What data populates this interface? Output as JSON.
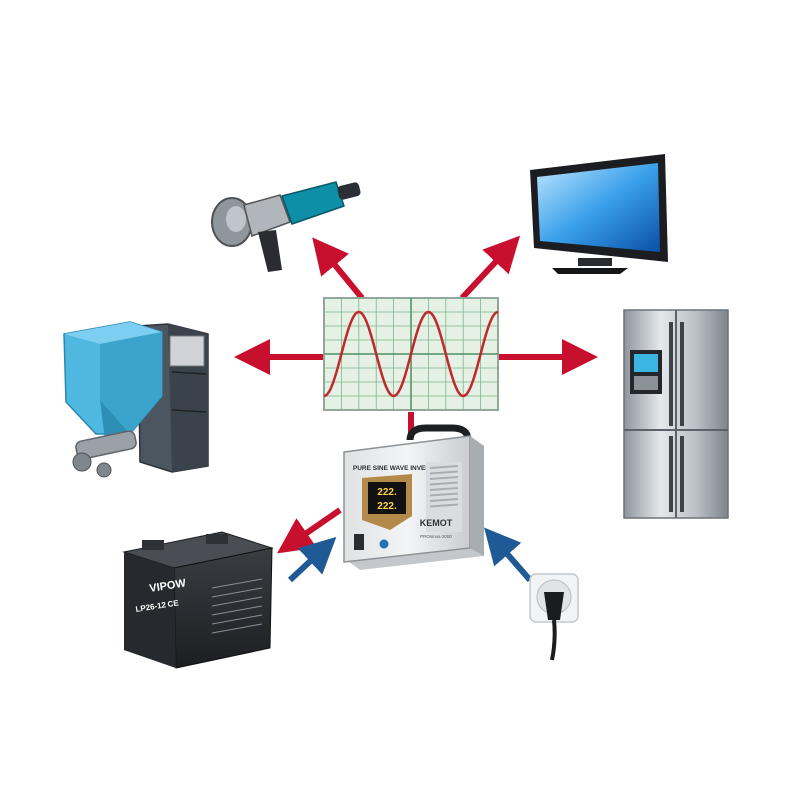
{
  "colors": {
    "arrow_red": "#c8102e",
    "arrow_blue": "#1f5a96",
    "scope_bg": "#e4f1e4",
    "scope_grid": "#7fb58a",
    "wave": "#c0282e",
    "boiler_blue": "#4fb8e0"
  },
  "inverter": {
    "title": "PURE SINE WAVE INVERTER",
    "display_top": "222.",
    "display_bottom": "222.",
    "brand": "KEMOT",
    "model": "PROsinus-2000"
  },
  "battery": {
    "brand": "VIPOW",
    "model": "LP26-12",
    "ce_mark": "CE"
  },
  "flows": {
    "to_grinder": "out",
    "to_tv": "out",
    "to_boiler": "out",
    "to_fridge": "out",
    "inverter_to_scope": "out",
    "battery_charge": "in",
    "battery_discharge": "out",
    "mains_input": "in"
  },
  "icons": {
    "grinder": "angle-grinder-icon",
    "tv": "tv-icon",
    "boiler": "pellet-boiler-icon",
    "fridge": "refrigerator-icon",
    "battery": "battery-icon",
    "outlet": "wall-outlet-icon",
    "inverter": "inverter-icon",
    "scope": "oscilloscope-icon"
  }
}
